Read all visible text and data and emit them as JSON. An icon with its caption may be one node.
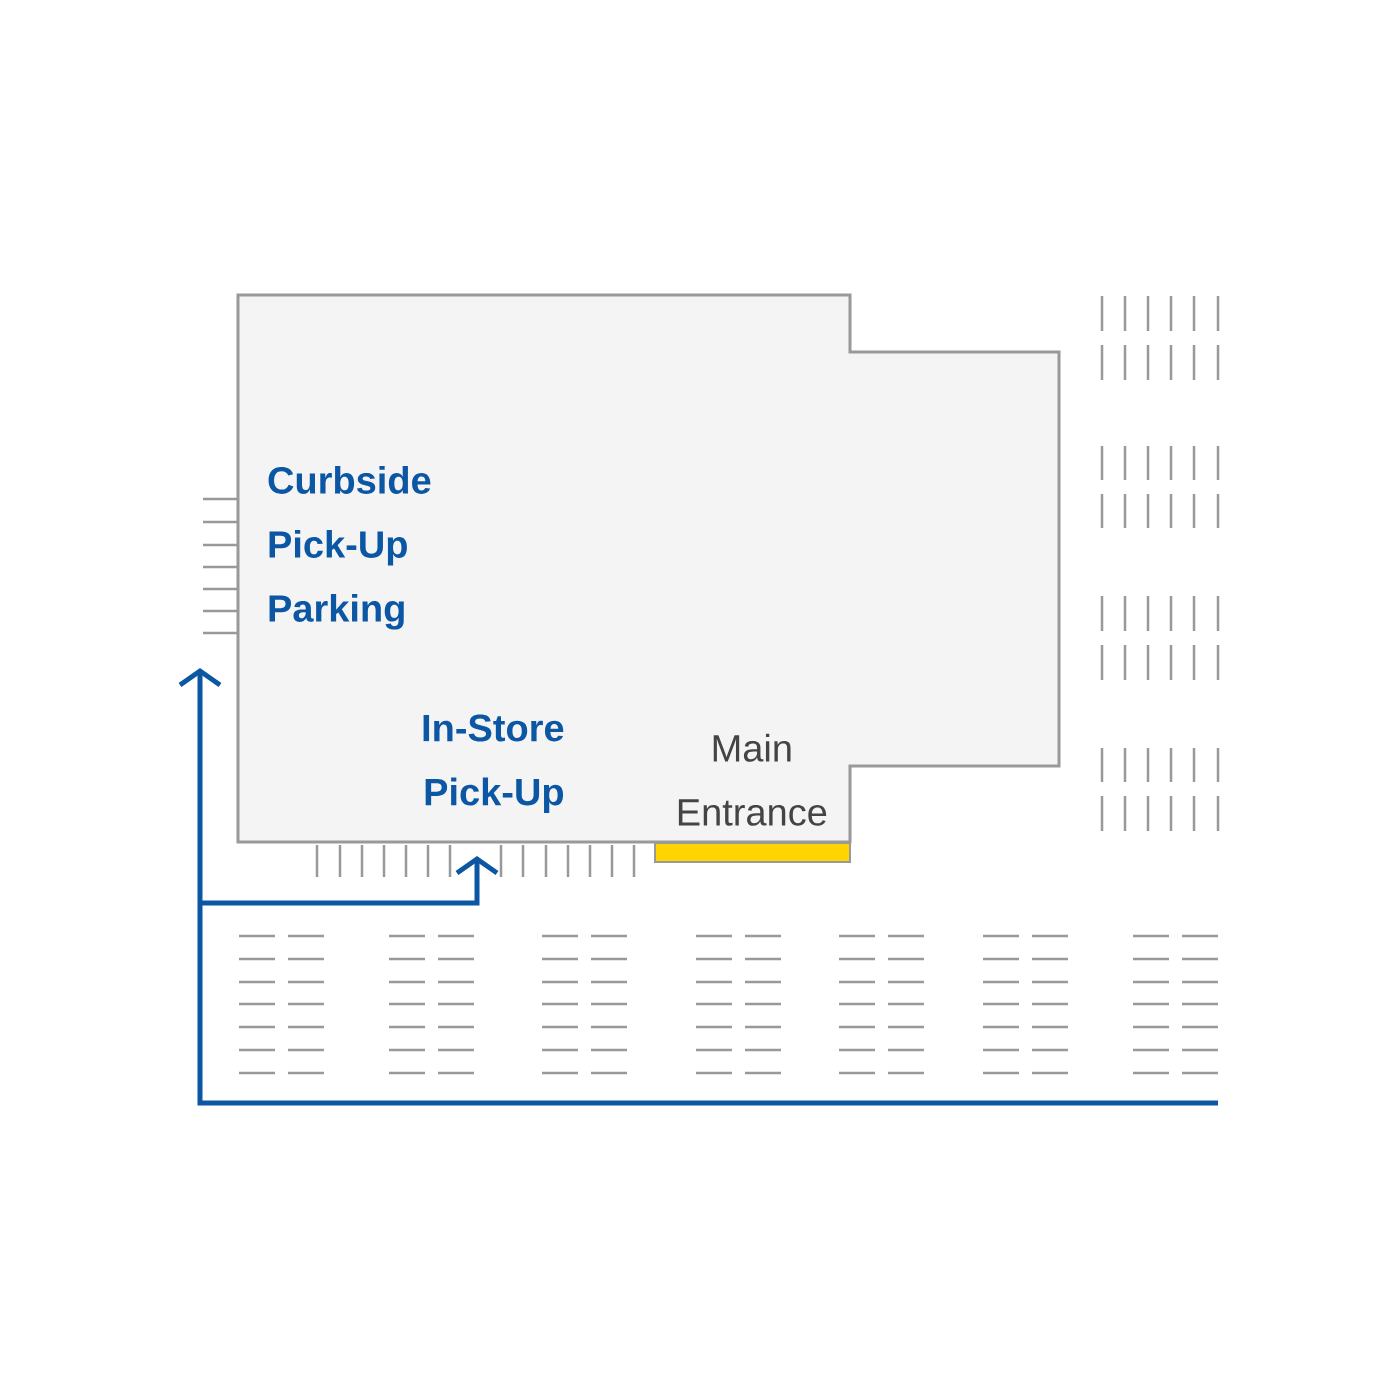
{
  "diagram": {
    "nodes": [
      {
        "text": [],
        "shape": "box"
      },
      {
        "text": [
          "Curbside Pick-Up Parking"
        ],
        "in": 0
      },
      {
        "text": [
          "In-Store Pick-Up"
        ],
        "in": 0
      },
      {
        "text": [
          "Main Entrance"
        ],
        "in": 0
      }
    ],
    "edges": [
      {
        "from": null,
        "to": 1,
        "arrow": "to"
      },
      {
        "from": null,
        "to": 2,
        "arrow": "to"
      }
    ]
  }
}
